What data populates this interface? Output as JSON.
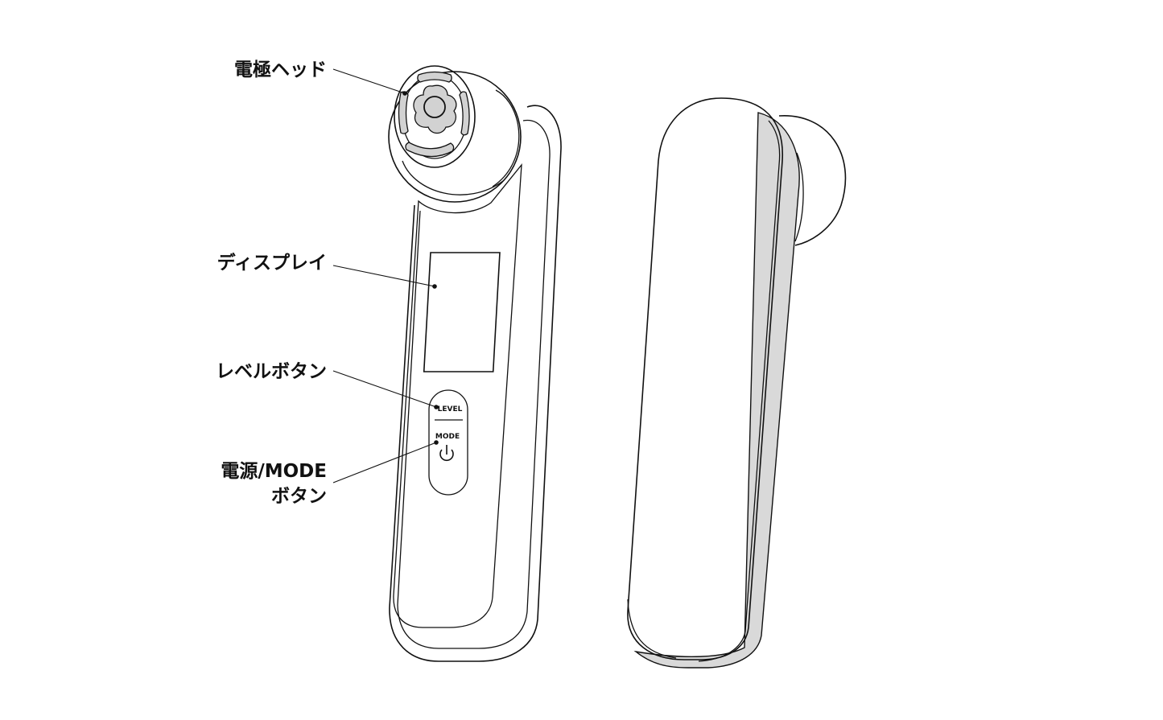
{
  "labels": {
    "electrode_head": "電極ヘッド",
    "display": "ディスプレイ",
    "level_button": "レベルボタン",
    "power_mode_line1": "電源/MODE",
    "power_mode_line2": "ボタン"
  },
  "device_buttons": {
    "level": "LEVEL",
    "mode": "MODE"
  },
  "colors": {
    "outline": "#111111",
    "electrode_fill": "#d2d2d2",
    "side_band": "#d9d9d9",
    "background": "#ffffff"
  },
  "icons": {
    "power": "power-icon"
  }
}
